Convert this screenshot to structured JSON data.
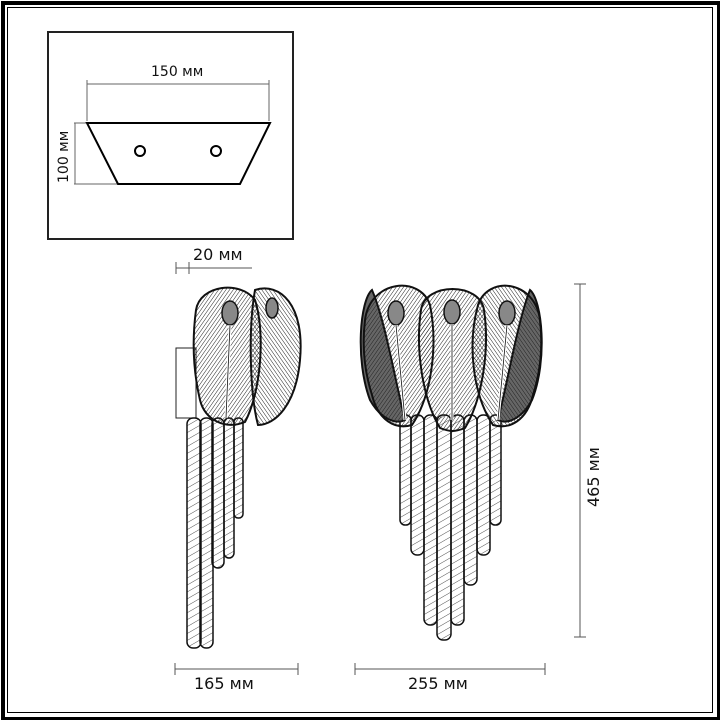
{
  "drawing": {
    "title": "Wall lamp dimension drawing",
    "colors": {
      "line": "#111111",
      "dim_line": "#555555",
      "background": "#ffffff",
      "shade_dark": "#555555",
      "shade_mid": "#999999"
    },
    "base_plate": {
      "width_label": "150 мм",
      "height_label": "100 мм",
      "mount_holes": 2
    },
    "side_view": {
      "depth_offset_label": "20 мм",
      "width_label": "165 мм"
    },
    "front_view": {
      "width_label": "255 мм",
      "height_label": "465 мм",
      "feather_count": 3
    }
  }
}
